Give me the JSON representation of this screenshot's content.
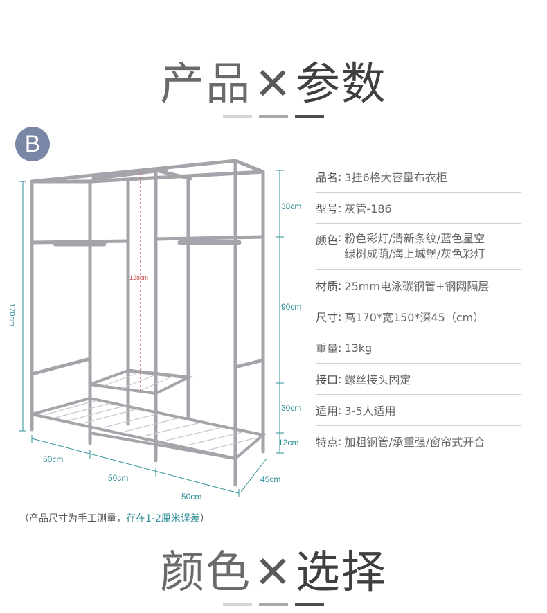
{
  "header": {
    "word1": "产品",
    "x": "✕",
    "word2": "参数"
  },
  "badge": {
    "letter": "B"
  },
  "dimensions": {
    "height_total": "170cm",
    "inner_height": "128cm",
    "seg_top": "38cm",
    "seg_middle": "90cm",
    "seg_lower": "30cm",
    "seg_bottom": "12cm",
    "width_1": "50cm",
    "width_2": "50cm",
    "width_3": "50cm",
    "depth": "45cm"
  },
  "specs": [
    {
      "key": "品名",
      "value": "3挂6格大容量布衣柜"
    },
    {
      "key": "型号",
      "value": "灰管-186"
    },
    {
      "key": "颜色",
      "value": "粉色彩灯/清新条纹/蓝色星空",
      "value2": "绿树成荫/海上城堡/灰色彩灯"
    },
    {
      "key": "材质",
      "value": "25mm电泳碳钢管+钢网隔层"
    },
    {
      "key": "尺寸",
      "value": "高170*宽150*深45（cm）"
    },
    {
      "key": "重量",
      "value": "13kg"
    },
    {
      "key": "接口",
      "value": "螺丝接头固定"
    },
    {
      "key": "适用",
      "value": "3-5人适用"
    },
    {
      "key": "特点",
      "value": "加粗钢管/承重强/窗帘式开合"
    }
  ],
  "note": {
    "prefix": "（产品尺寸为手工测量，",
    "highlight": "存在1-2厘米误差",
    "suffix": "）"
  },
  "footer": {
    "word1": "颜色",
    "x": "✕",
    "word2": "选择"
  },
  "colors": {
    "accent": "#2f8f96",
    "badge": "#7a86a6",
    "frame": "#a8a8ae",
    "redline": "#d06060"
  }
}
